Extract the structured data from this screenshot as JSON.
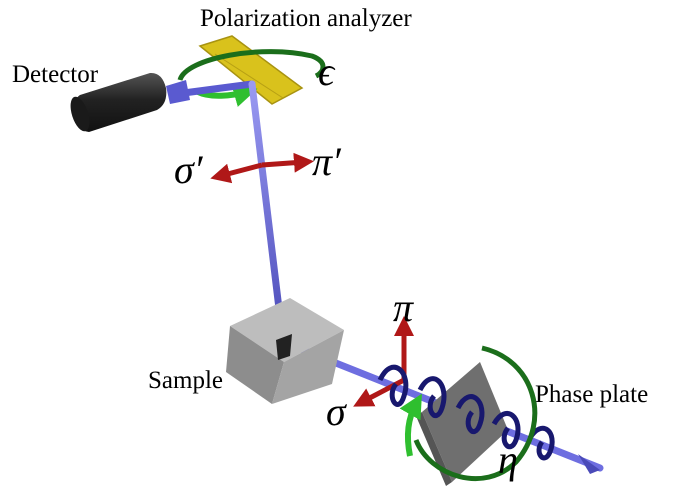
{
  "labels": {
    "polarization_analyzer": "Polarization analyzer",
    "detector": "Detector",
    "sample": "Sample",
    "phase_plate": "Phase plate"
  },
  "symbols": {
    "epsilon": "ϵ",
    "sigma_prime": "σ′",
    "pi_prime": "π′",
    "pi": "π",
    "sigma": "σ",
    "eta": "η"
  },
  "colors": {
    "beam": "#6e6ee0",
    "polarization_arrow": "#b01818",
    "rotation_arrow": "#1f8a1f",
    "analyzer_plate": "#d9c21c",
    "detector": "#262626",
    "sample": "#9a9a9a",
    "phase_plate": "#6f6f6f",
    "helix": "#18186e"
  }
}
